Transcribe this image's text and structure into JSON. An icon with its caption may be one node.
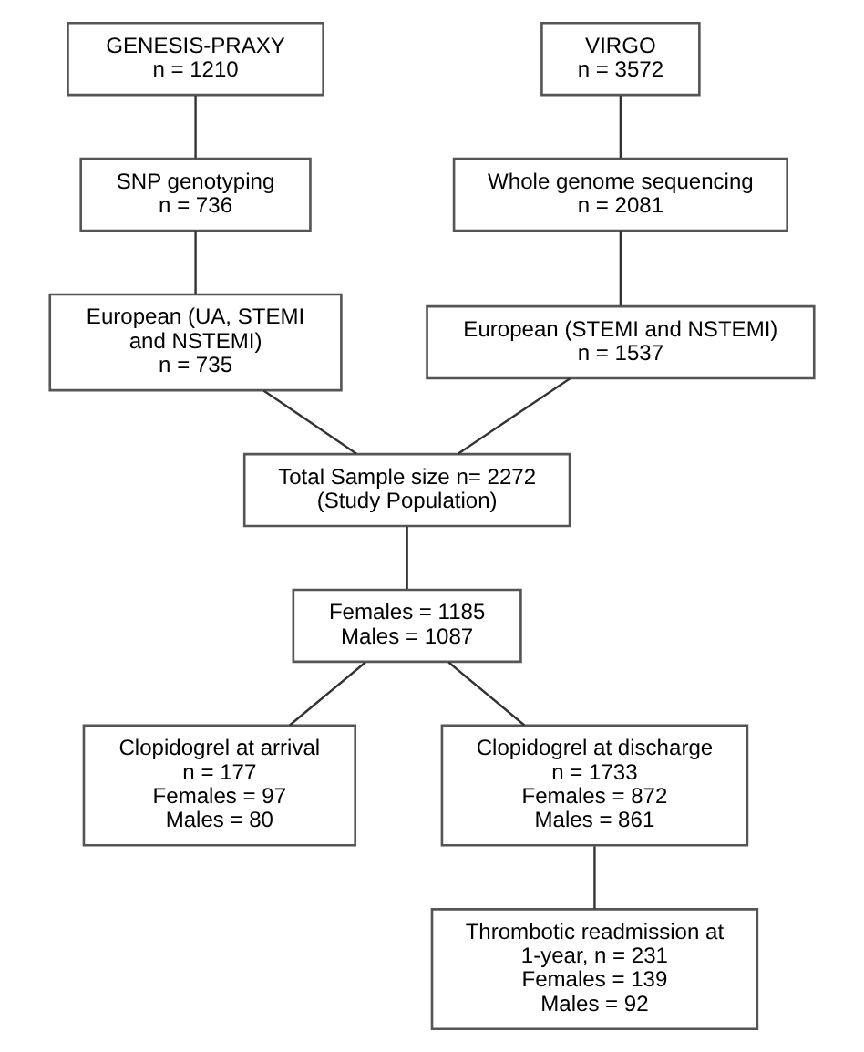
{
  "diagram": {
    "nodes": [
      {
        "text": [
          "GENESIS-PRAXY",
          "n = 1210"
        ]
      },
      {
        "text": [
          "VIRGO",
          "n = 3572"
        ]
      },
      {
        "text": [
          "SNP genotyping",
          "n = 736"
        ]
      },
      {
        "text": [
          "Whole genome sequencing",
          "n = 2081"
        ]
      },
      {
        "text": [
          "European (UA, STEMI and NSTEMI)",
          "n = 735"
        ]
      },
      {
        "text": [
          "European (STEMI and NSTEMI)",
          "n = 1537"
        ]
      },
      {
        "text": [
          "Total Sample size n= 2272",
          "(Study Population)"
        ]
      },
      {
        "text": [
          "Females = 1185",
          "Males = 1087"
        ]
      },
      {
        "text": [
          "Clopidogrel at arrival",
          "n = 177",
          "Females = 97",
          "Males = 80"
        ]
      },
      {
        "text": [
          "Clopidogrel at discharge",
          "n = 1733",
          "Females = 872",
          "Males = 861"
        ]
      },
      {
        "text": [
          "Thrombotic readmission at 1-year, n = 231",
          "Females = 139",
          "Males = 92"
        ]
      }
    ],
    "edges": [
      {
        "from": 0,
        "to": 2,
        "arrow": "none"
      },
      {
        "from": 1,
        "to": 3,
        "arrow": "none"
      },
      {
        "from": 2,
        "to": 4,
        "arrow": "none"
      },
      {
        "from": 3,
        "to": 5,
        "arrow": "none"
      },
      {
        "from": 4,
        "to": 6,
        "arrow": "none"
      },
      {
        "from": 5,
        "to": 6,
        "arrow": "none"
      },
      {
        "from": 6,
        "to": 7,
        "arrow": "none"
      },
      {
        "from": 7,
        "to": 8,
        "arrow": "none"
      },
      {
        "from": 7,
        "to": 9,
        "arrow": "none"
      },
      {
        "from": 9,
        "to": 10,
        "arrow": "none"
      }
    ]
  }
}
